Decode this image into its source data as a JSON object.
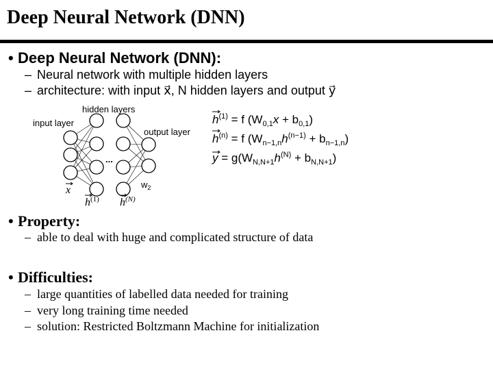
{
  "slide": {
    "title": "Deep Neural Network (DNN)"
  },
  "bullets": {
    "dnn": {
      "marker": "•",
      "heading": "Deep Neural Network (DNN):",
      "subs": [
        {
          "dash": "–",
          "text": "Neural network with multiple hidden layers"
        },
        {
          "dash": "–",
          "text": "architecture: with input x⃗, N hidden layers and output y⃗"
        }
      ]
    },
    "property": {
      "marker": "•",
      "heading": "Property:",
      "subs": [
        {
          "dash": "–",
          "text": "able to deal with huge and complicated structure of data"
        }
      ]
    },
    "difficulties": {
      "marker": "•",
      "heading": "Difficulties:",
      "subs": [
        {
          "dash": "–",
          "text": "large quantities of labelled data needed for training"
        },
        {
          "dash": "–",
          "text": "very long training time needed"
        },
        {
          "dash": "–",
          "text": "solution: Restricted Boltzmann Machine for initialization"
        }
      ]
    }
  },
  "diagram": {
    "label_hidden_layers": "hidden layers",
    "label_input_layer": "input layer",
    "label_output_layer": "output layer",
    "label_ellipsis": "...",
    "label_w2": "w",
    "label_w2_sub": "2",
    "label_x": "x",
    "label_h1": "h",
    "label_h1_sup": "(1)",
    "label_hN": "h",
    "label_hN_sup": "(N)"
  },
  "equations": {
    "eq1": {
      "lhs": "h",
      "sup": "(1)",
      "rhs_a": " = f (W",
      "sub1": "0,1",
      "rhs_b": "x",
      "rhs_c": " + b",
      "sub2": "0,1",
      "rhs_d": ")"
    },
    "eq2": {
      "lhs": "h",
      "sup": "(n)",
      "rhs_a": " = f (W",
      "sub1": "n−1,n",
      "rhs_b": "h",
      "sup2": "(n−1)",
      "rhs_c": " + b",
      "sub2": "n−1,n",
      "rhs_d": ")"
    },
    "eq3": {
      "lhs": "y",
      "rhs_a": " = g(W",
      "sub1": "N,N+1",
      "rhs_b": "h",
      "sup2": "(N)",
      "rhs_c": " + b",
      "sub2": "N,N+1",
      "rhs_d": ")"
    }
  }
}
